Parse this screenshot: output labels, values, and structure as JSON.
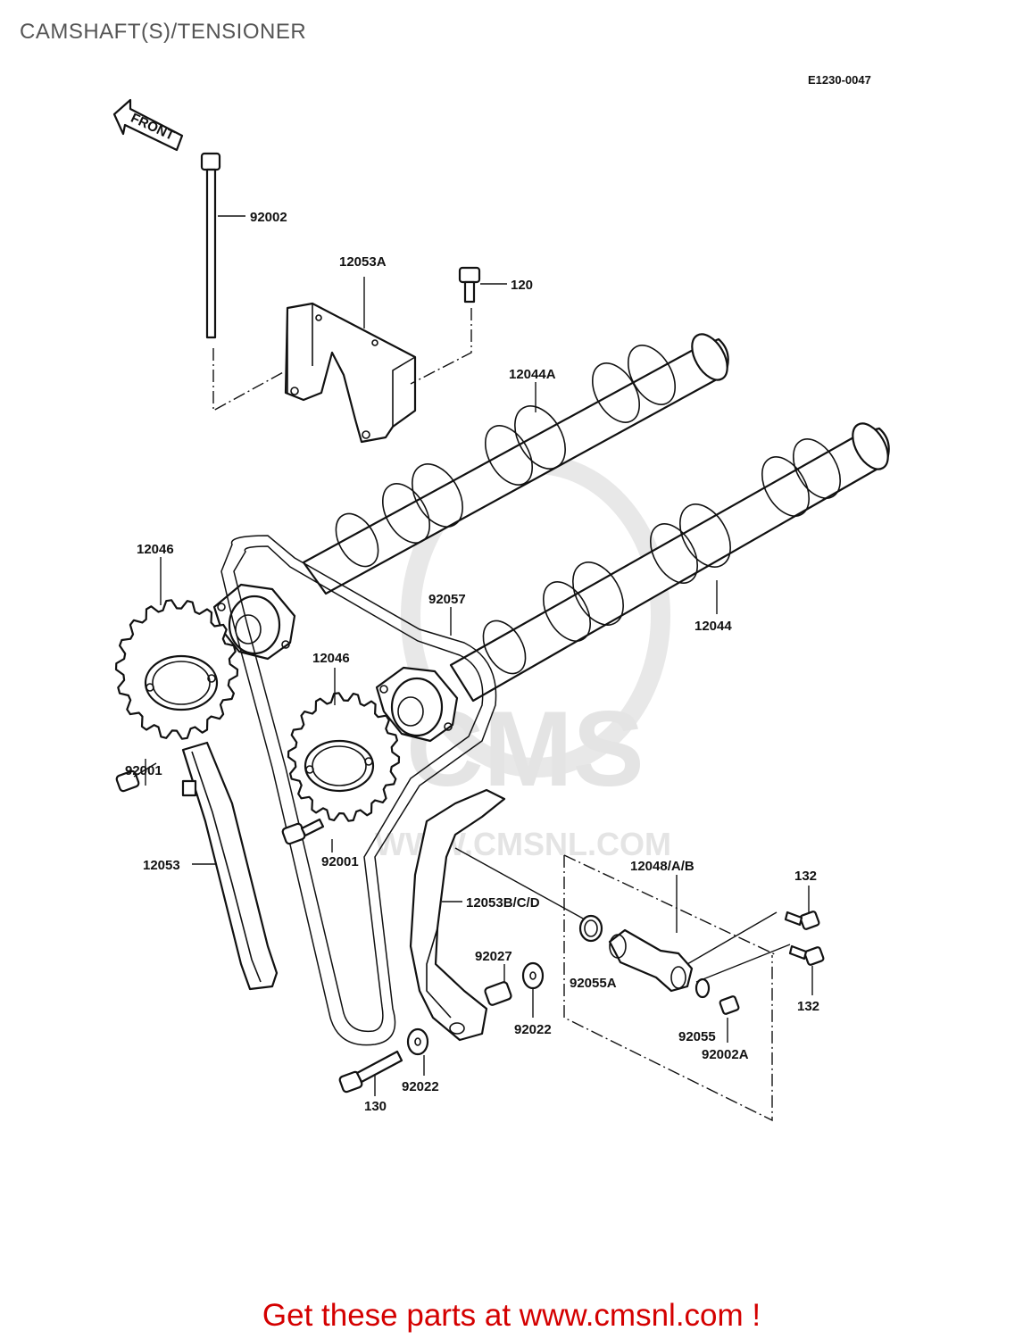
{
  "title": "CAMSHAFT(S)/TENSIONER",
  "diagram_code": "E1230-0047",
  "front_label": "FRONT",
  "watermark": {
    "brand": "CMS",
    "url": "WWW.CMSNL.COM"
  },
  "callouts": {
    "c92002": "92002",
    "c12053A": "12053A",
    "c120": "120",
    "c12044A": "12044A",
    "c12046_left": "12046",
    "c92057": "92057",
    "c12044": "12044",
    "c12046_center": "12046",
    "c92001_left": "92001",
    "c12053": "12053",
    "c92001_center": "92001",
    "c12048": "12048/A/B",
    "c132_top": "132",
    "c132_bottom": "132",
    "c12053BCD": "12053B/C/D",
    "c92027": "92027",
    "c92055A": "92055A",
    "c92022_right": "92022",
    "c92055": "92055",
    "c92002A": "92002A",
    "c92022_bottom": "92022",
    "c130": "130"
  },
  "footer": "Get these parts at www.cmsnl.com !"
}
